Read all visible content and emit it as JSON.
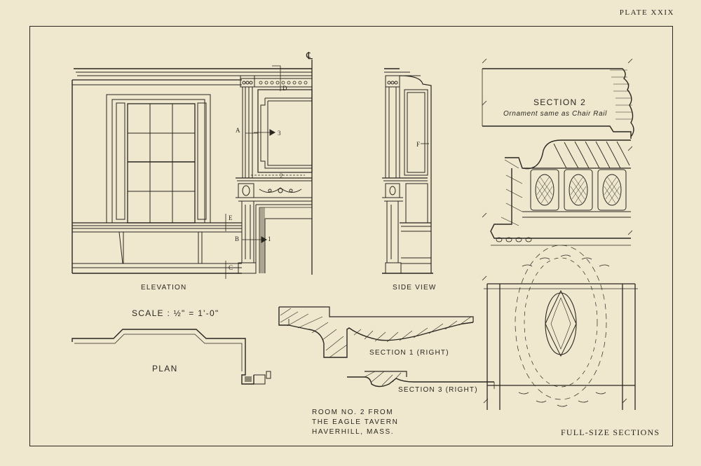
{
  "plate_number": "PLATE XXIX",
  "views": {
    "elevation": "ELEVATION",
    "side_view": "SIDE VIEW",
    "plan": "PLAN",
    "scale": "SCALE : ½\" = 1'-0\""
  },
  "sections": {
    "section_1": "SECTION 1  (RIGHT)",
    "section_2": "SECTION 2",
    "section_2_note": "Ornament same as Chair Rail",
    "section_3": "SECTION 3 (RIGHT)",
    "full_size": "FULL-SIZE SECTIONS"
  },
  "markers": {
    "center_line": "℄",
    "a": "A",
    "b": "B",
    "c": "C",
    "d": "D",
    "e": "E",
    "f": "F",
    "n1": "1",
    "n2": "2",
    "n3": "3"
  },
  "caption": {
    "line1": "ROOM NO. 2 FROM",
    "line2": "THE EAGLE TAVERN",
    "line3": "HAVERHILL, MASS."
  }
}
